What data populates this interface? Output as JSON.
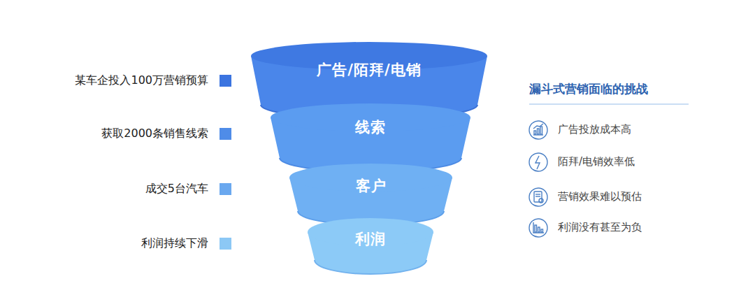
{
  "diagram": {
    "title": "漏斗式营销面临的挑战",
    "nodes": [
      {
        "text": [
          "广告/陌拜/电销"
        ]
      },
      {
        "text": [
          "线索"
        ]
      },
      {
        "text": [
          "客户"
        ]
      },
      {
        "text": [
          "利润"
        ]
      }
    ],
    "labels": [
      "广告投放成本高",
      "陌拜/电销效率低",
      "营销效果难以预估",
      "利润没有甚至为负"
    ],
    "legend": [
      {
        "text": "某车企投入100万营销预算",
        "color": "#3b74e0"
      },
      {
        "text": "获取2000条销售线索",
        "color": "#4f8ce8"
      },
      {
        "text": "成交5台汽车",
        "color": "#6aa8ef"
      },
      {
        "text": "利润持续下滑",
        "color": "#8cc8f5"
      }
    ]
  }
}
